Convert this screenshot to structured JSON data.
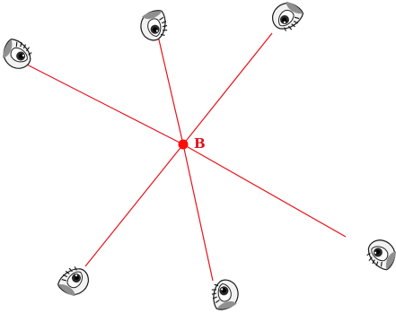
{
  "point_label": "B",
  "colors": {
    "line": "#e8121a",
    "point": "#ff0a0a",
    "label": "#e0101a"
  },
  "observers": [
    {
      "name": "observer-eye-left"
    },
    {
      "name": "observer-eye-top-middle"
    },
    {
      "name": "observer-eye-top-right"
    },
    {
      "name": "observer-eye-right"
    },
    {
      "name": "observer-eye-bottom-middle"
    },
    {
      "name": "observer-eye-bottom-left"
    }
  ],
  "icon": "eye-icon"
}
